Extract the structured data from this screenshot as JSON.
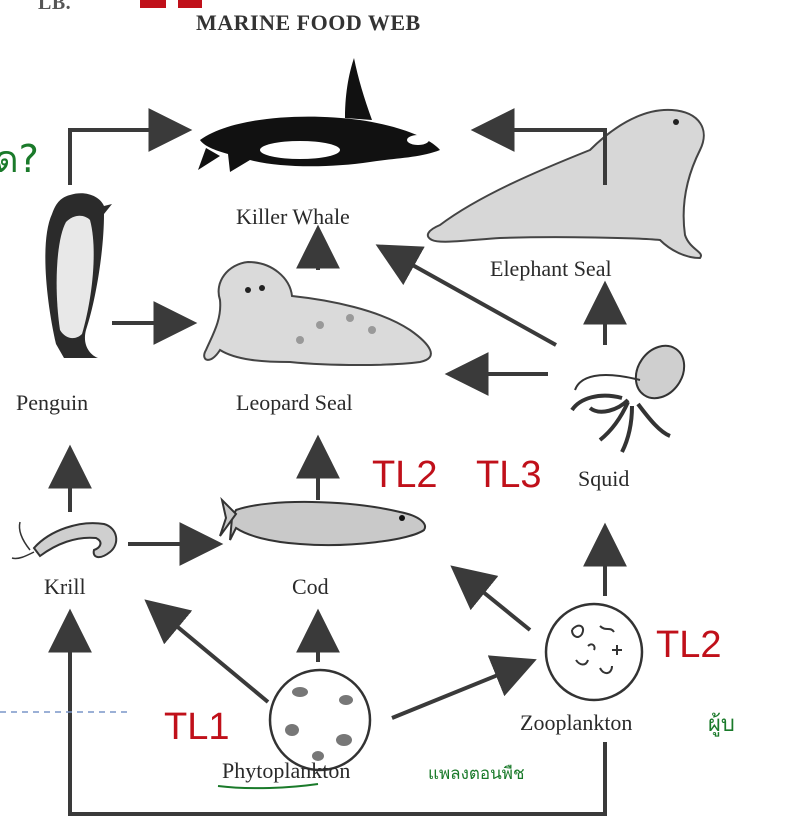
{
  "diagram": {
    "title": "MARINE FOOD WEB",
    "top_left_fragment": "LB.",
    "question_fragment": "ด?",
    "organisms": {
      "killer_whale": "Killer Whale",
      "elephant_seal": "Elephant Seal",
      "penguin": "Penguin",
      "leopard_seal": "Leopard Seal",
      "squid": "Squid",
      "krill": "Krill",
      "cod": "Cod",
      "zooplankton": "Zooplankton",
      "phytoplankton": "Phytoplankton"
    },
    "annotations": {
      "tl2": "TL2",
      "tl3": "TL3",
      "tl2_zoo": "TL2",
      "tl1": "TL1",
      "zoo_note": "ผู้บ",
      "phyto_note": "แพลงตอนพืช"
    },
    "colors": {
      "annotation_red": "#c0101a",
      "handwriting_green": "#1a7a2a",
      "arrow": "#3a3a3a"
    }
  }
}
